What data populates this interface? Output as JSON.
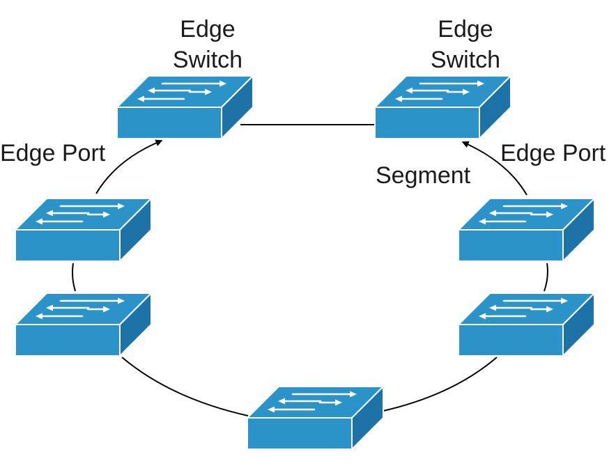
{
  "labels": {
    "edge_switch_left": [
      "Edge",
      "Switch"
    ],
    "edge_switch_right": [
      "Edge",
      "Switch"
    ],
    "edge_port_left": "Edge Port",
    "edge_port_right": "Edge Port",
    "segment": "Segment"
  },
  "colors": {
    "switch_top": "#2b93c7",
    "switch_front": "#2b93c7",
    "switch_side": "#1d73a5",
    "edge_lines": "#ffffff",
    "arrows": "#ffffff",
    "links": "#000000",
    "text": "#1a1a1a"
  },
  "icons": {
    "switch": "network-switch-icon",
    "switch_glyph": "bidirectional-arrows"
  }
}
